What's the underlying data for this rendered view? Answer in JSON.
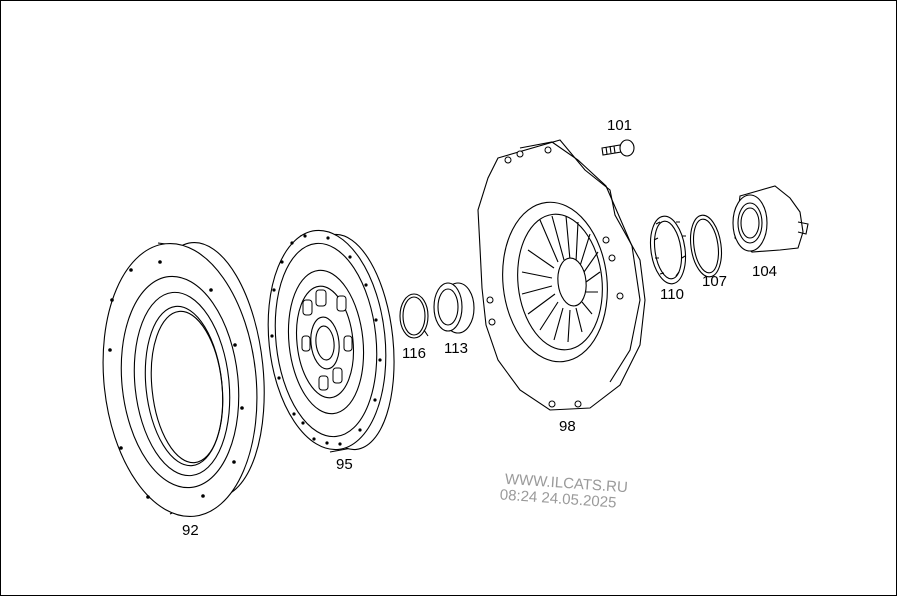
{
  "diagram": {
    "parts": [
      {
        "id": "92"
      },
      {
        "id": "95"
      },
      {
        "id": "116"
      },
      {
        "id": "113"
      },
      {
        "id": "98"
      },
      {
        "id": "101"
      },
      {
        "id": "110"
      },
      {
        "id": "107"
      },
      {
        "id": "104"
      }
    ]
  },
  "watermark": {
    "site": "WWW.ILCATS.RU",
    "timestamp": "08:24 24.05.2025"
  }
}
